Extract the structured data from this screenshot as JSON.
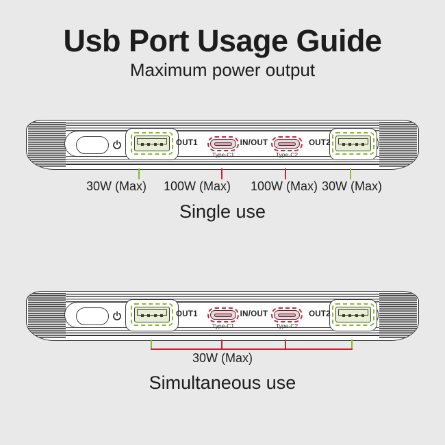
{
  "title": "Usb Port Usage Guide",
  "subtitle": "Maximum power output",
  "device": {
    "ports": {
      "out1": "OUT1",
      "typec1": "Type-C1",
      "inout": "IN/OUT",
      "typec2": "Type-C2",
      "out2": "OUT2"
    }
  },
  "single": {
    "caption": "Single use",
    "callouts": [
      "30W (Max)",
      "100W (Max)",
      "100W (Max)",
      "30W (Max)"
    ]
  },
  "simultaneous": {
    "caption": "Simultaneous use",
    "combined": "30W (Max)"
  },
  "colors": {
    "background": "#e9e9e9",
    "ink": "#1e1e1e",
    "usb_a_green": "#86bc24",
    "type_c_red": "#cb2233",
    "usb_a_fill": "#e6eed4",
    "type_c_fill": "#f0d5da"
  }
}
